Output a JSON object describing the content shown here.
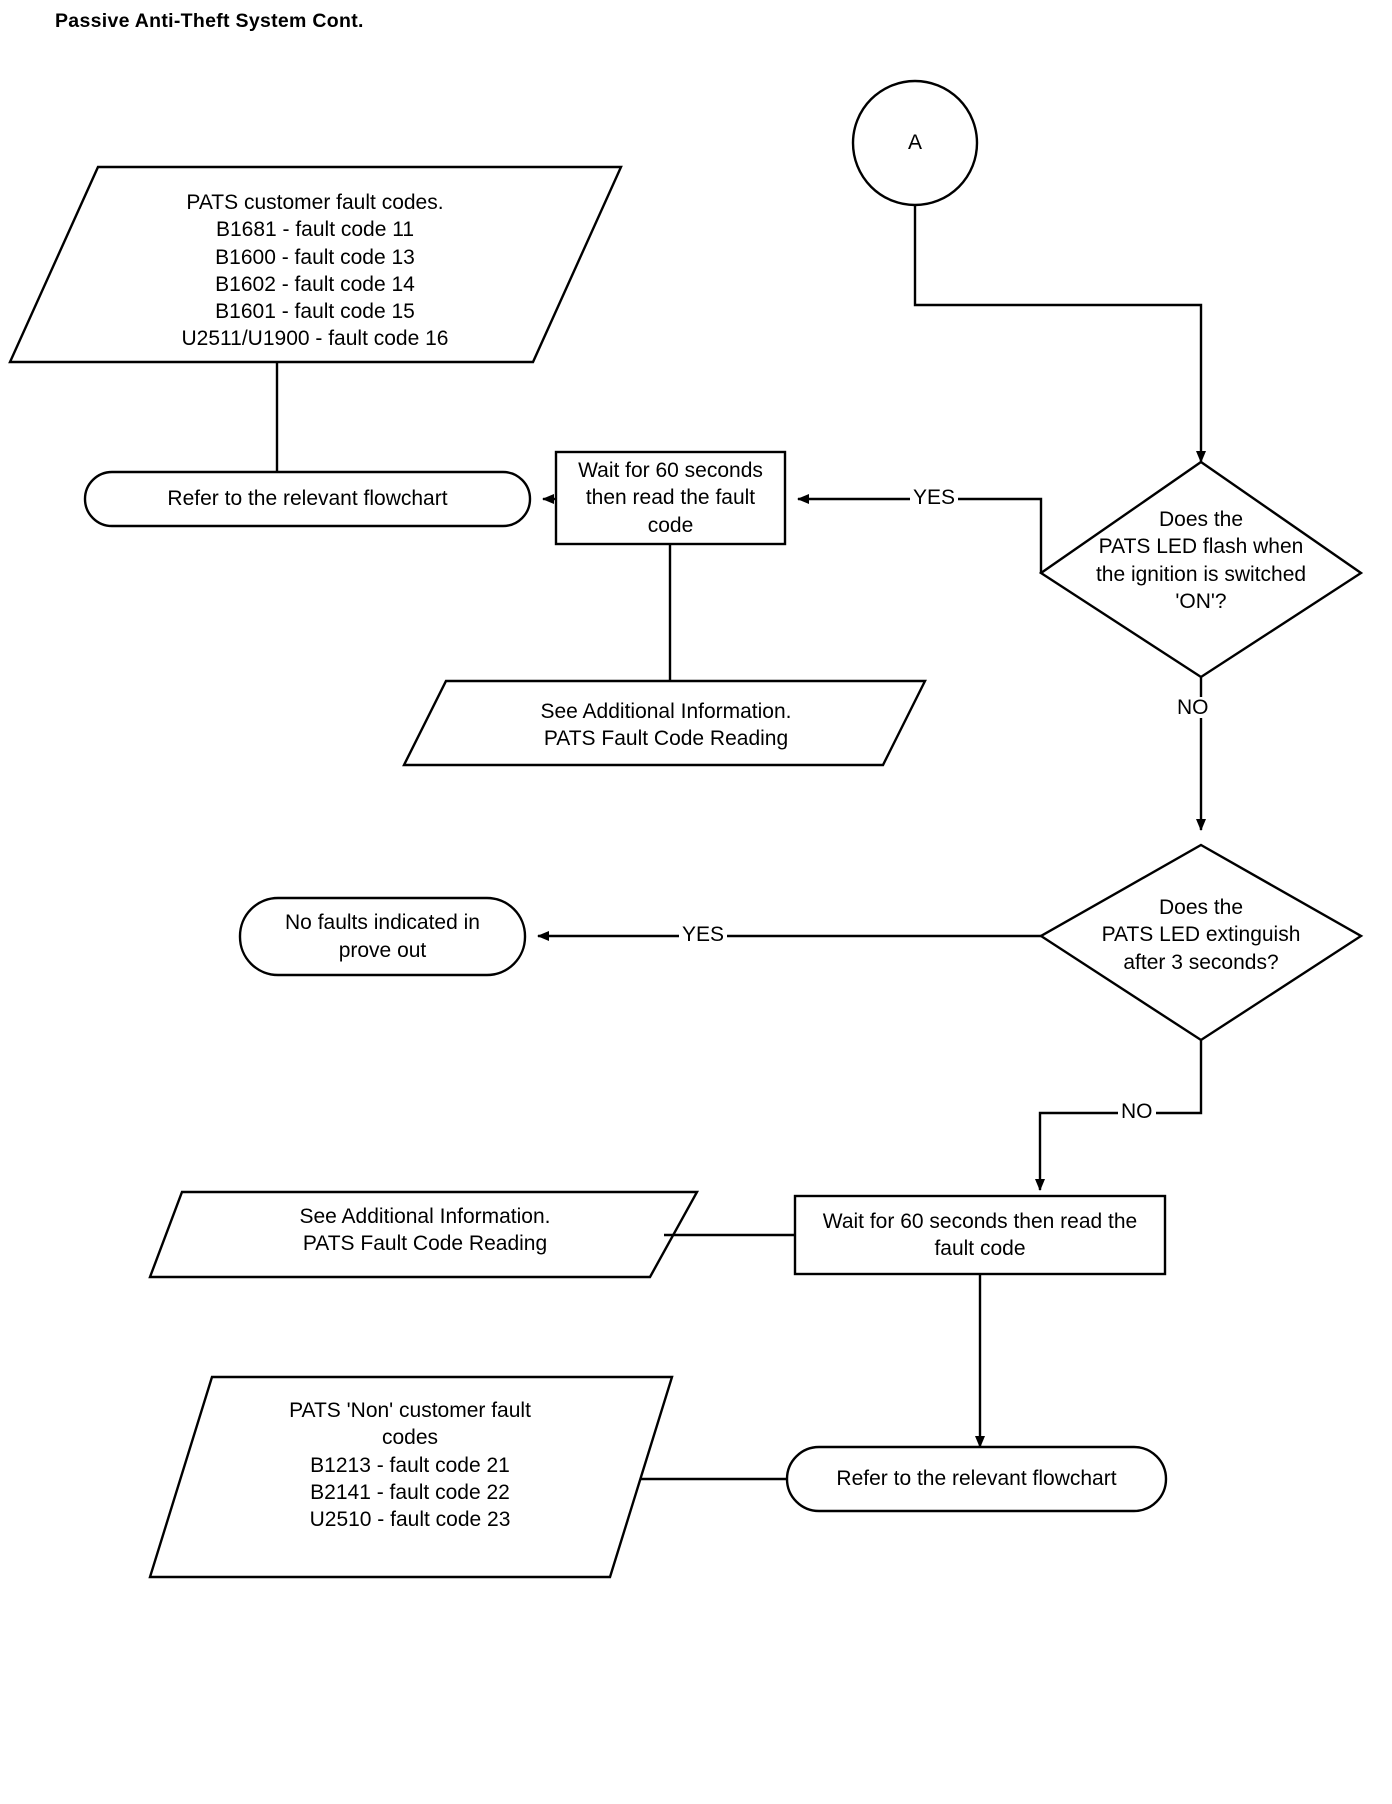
{
  "page": {
    "title": "Passive Anti-Theft System Cont.",
    "ink": "#000000",
    "paper": "#ffffff"
  },
  "connectors": {
    "entry_a": "A"
  },
  "nodes": {
    "customer_fault_codes": {
      "shape": "parallelogram",
      "lines": [
        "PATS customer fault codes.",
        "B1681 - fault code 11",
        "B1600 - fault code 13",
        "B1602 - fault code 14",
        "B1601 - fault code 15",
        "U2511/U1900 - fault code 16"
      ],
      "text": "PATS customer fault codes.\nB1681 - fault code 11\nB1600 - fault code 13\nB1602 - fault code 14\nB1601 - fault code 15\nU2511/U1900 - fault code 16"
    },
    "refer_flowchart_top": {
      "shape": "rounded",
      "text": "Refer to the relevant flowchart"
    },
    "wait_60_top": {
      "shape": "process",
      "text": "Wait for 60 seconds\nthen read the fault\ncode"
    },
    "decision_led_flash": {
      "shape": "decision",
      "text": "Does the\nPATS LED flash when\nthe ignition is switched\n'ON'?"
    },
    "see_info_top": {
      "shape": "parallelogram",
      "text": "See Additional Information.\nPATS Fault Code Reading"
    },
    "no_faults": {
      "shape": "rounded",
      "text": "No faults indicated in\nprove out"
    },
    "decision_led_extinguish": {
      "shape": "decision",
      "text": "Does the\nPATS LED extinguish\nafter 3 seconds?"
    },
    "see_info_bottom": {
      "shape": "parallelogram",
      "text": "See Additional Information.\nPATS Fault Code Reading"
    },
    "wait_60_bottom": {
      "shape": "process",
      "text": "Wait for 60 seconds then read the\nfault code"
    },
    "non_customer_fault_codes": {
      "shape": "parallelogram",
      "lines": [
        "PATS 'Non' customer fault",
        "codes",
        "B1213 - fault code 21",
        "B2141 - fault code 22",
        "U2510 - fault code 23"
      ],
      "text": "PATS 'Non' customer fault\ncodes\nB1213 - fault code 21\nB2141 - fault code 22\nU2510 - fault code 23"
    },
    "refer_flowchart_bottom": {
      "shape": "rounded",
      "text": "Refer to the relevant flowchart"
    }
  },
  "edges": {
    "yes_flash": "YES",
    "no_flash": "NO",
    "yes_extinguish": "YES",
    "no_extinguish": "NO"
  }
}
